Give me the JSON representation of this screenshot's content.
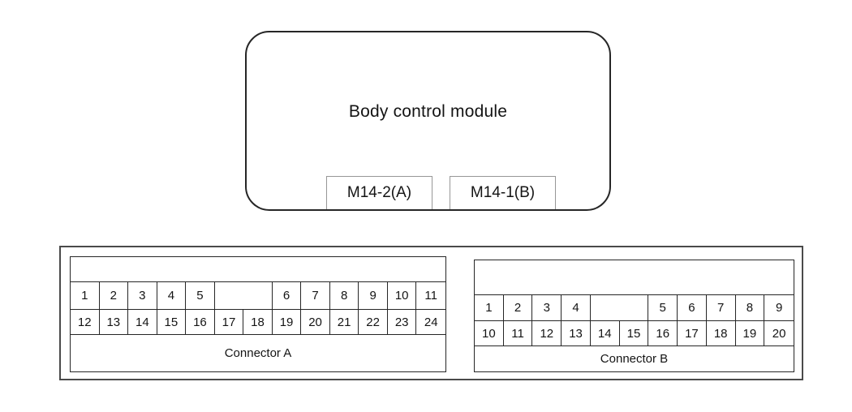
{
  "module": {
    "title": "Body control module",
    "tags": [
      {
        "label": "M14-2(A)"
      },
      {
        "label": "M14-1(B)"
      }
    ]
  },
  "panel": {
    "connectors": [
      {
        "name": "Connector A",
        "columns": 13,
        "row1": [
          {
            "pin": "1"
          },
          {
            "pin": "2"
          },
          {
            "pin": "3"
          },
          {
            "pin": "4"
          },
          {
            "pin": "5"
          },
          {
            "pin": "",
            "span": 2
          },
          {
            "pin": "6"
          },
          {
            "pin": "7"
          },
          {
            "pin": "8"
          },
          {
            "pin": "9"
          },
          {
            "pin": "10"
          },
          {
            "pin": "11"
          }
        ],
        "row2": [
          {
            "pin": "12"
          },
          {
            "pin": "13"
          },
          {
            "pin": "14"
          },
          {
            "pin": "15"
          },
          {
            "pin": "16"
          },
          {
            "pin": "17"
          },
          {
            "pin": "18"
          },
          {
            "pin": "19"
          },
          {
            "pin": "20"
          },
          {
            "pin": "21"
          },
          {
            "pin": "22"
          },
          {
            "pin": "23"
          },
          {
            "pin": "24"
          }
        ]
      },
      {
        "name": "Connector B",
        "columns": 11,
        "row1": [
          {
            "pin": "1"
          },
          {
            "pin": "2"
          },
          {
            "pin": "3"
          },
          {
            "pin": "4"
          },
          {
            "pin": "",
            "span": 2
          },
          {
            "pin": "5"
          },
          {
            "pin": "6"
          },
          {
            "pin": "7"
          },
          {
            "pin": "8"
          },
          {
            "pin": "9"
          }
        ],
        "row2": [
          {
            "pin": "10"
          },
          {
            "pin": "11"
          },
          {
            "pin": "12"
          },
          {
            "pin": "13"
          },
          {
            "pin": "14"
          },
          {
            "pin": "15"
          },
          {
            "pin": "16"
          },
          {
            "pin": "17"
          },
          {
            "pin": "18"
          },
          {
            "pin": "19"
          },
          {
            "pin": "20"
          }
        ]
      }
    ]
  },
  "colors": {
    "line": "#262626",
    "panel_border": "#4a4a4a",
    "tag_border": "#979797",
    "text": "#141414",
    "background": "#ffffff"
  }
}
